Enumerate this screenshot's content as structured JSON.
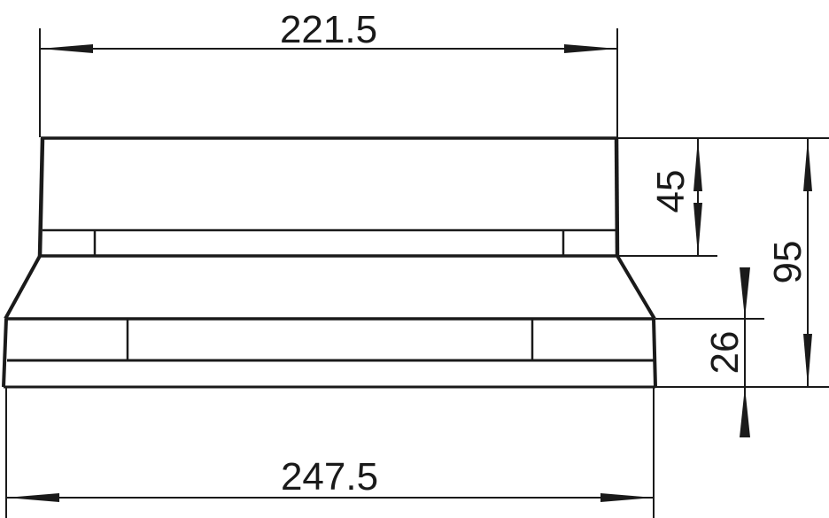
{
  "drawing": {
    "type": "technical-drawing",
    "description": "Side-view dimensioned drawing of a stepped base/adapter",
    "line_color": "#1a1a1a",
    "background": "#ffffff",
    "dimensions": {
      "top_width": "221.5",
      "bottom_width": "247.5",
      "upper_height": "45",
      "total_height": "95",
      "lower_height": "26"
    }
  }
}
